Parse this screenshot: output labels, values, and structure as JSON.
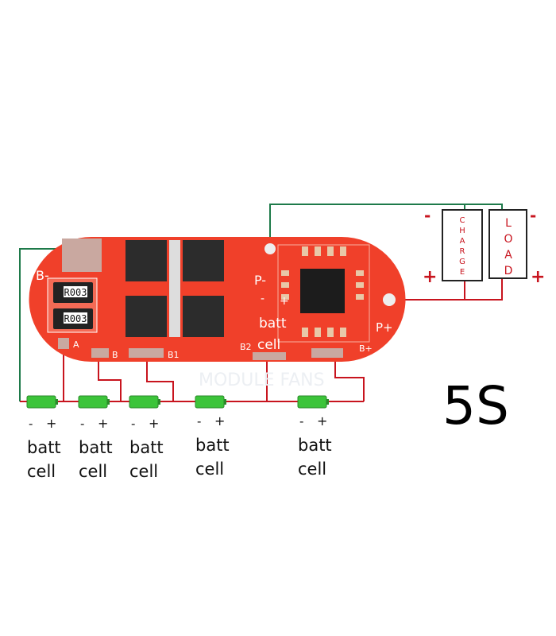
{
  "title": "5S",
  "colors": {
    "board": "#f0402a",
    "wire_red": "#c8141e",
    "wire_green": "#1e7a4a",
    "cell_green": "#3cc43a",
    "text_red": "#d01020"
  },
  "board": {
    "labels": {
      "b_minus": "B-",
      "p_minus": "P-",
      "p_plus": "P+",
      "a": "A",
      "b": "B",
      "b1": "B1",
      "b2": "B2",
      "b_plus": "B+",
      "minus": "-",
      "plus": "+",
      "batt": "batt",
      "cell": "cell"
    },
    "resistors": [
      "R003",
      "R003"
    ],
    "watermark": "MODULE FANS"
  },
  "charge_box": {
    "label": "CHARGE"
  },
  "load_box": {
    "label": "LOAD"
  },
  "polarity": {
    "minus": "-",
    "plus": "+"
  },
  "cells": [
    {
      "minus": "-",
      "plus": "+",
      "line1": "batt",
      "line2": "cell"
    },
    {
      "minus": "-",
      "plus": "+",
      "line1": "batt",
      "line2": "cell"
    },
    {
      "minus": "-",
      "plus": "+",
      "line1": "batt",
      "line2": "cell"
    },
    {
      "minus": "-",
      "plus": "+",
      "line1": "batt",
      "line2": "cell"
    },
    {
      "minus": "-",
      "plus": "+",
      "line1": "batt",
      "line2": "cell"
    }
  ]
}
